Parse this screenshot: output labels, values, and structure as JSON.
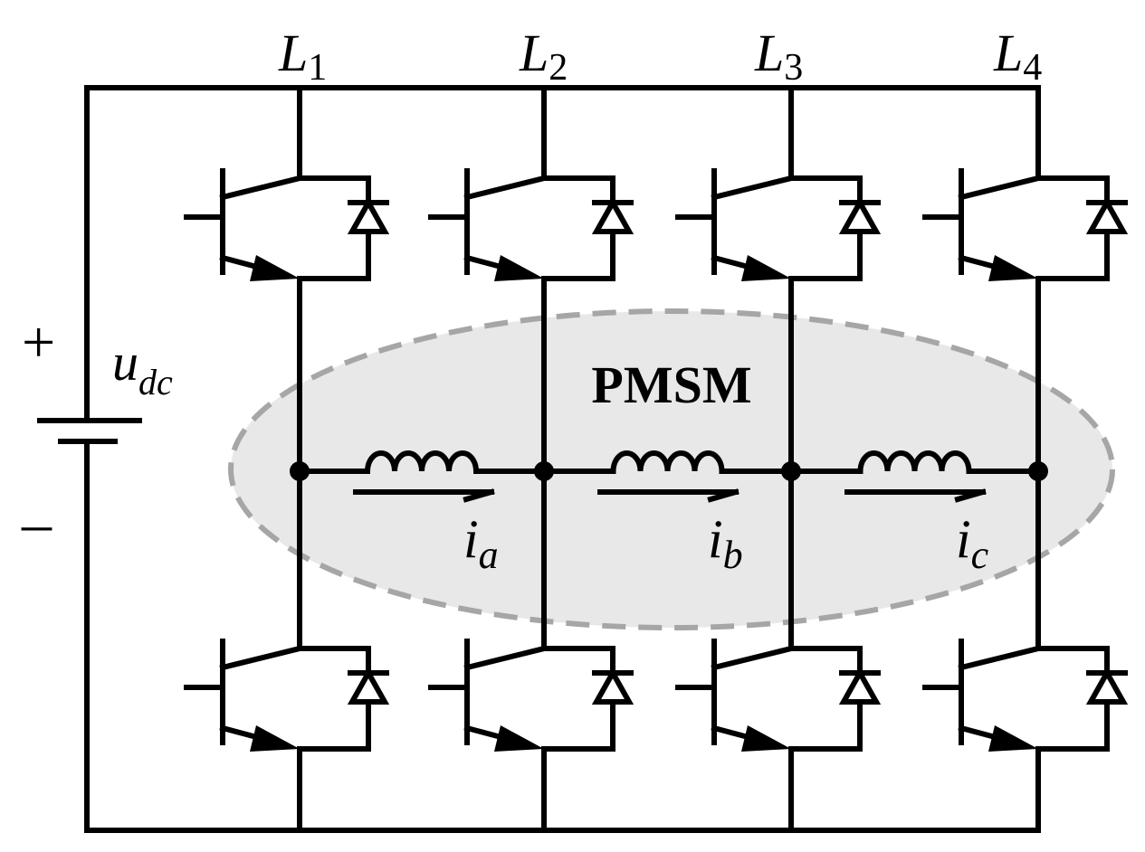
{
  "leg_labels": [
    {
      "letter": "L",
      "sub": "1"
    },
    {
      "letter": "L",
      "sub": "2"
    },
    {
      "letter": "L",
      "sub": "3"
    },
    {
      "letter": "L",
      "sub": "4"
    }
  ],
  "source": {
    "plus": "+",
    "minus": "–",
    "var": "u",
    "sub": "dc"
  },
  "motor": {
    "label": "PMSM"
  },
  "currents": [
    {
      "var": "i",
      "sub": "a"
    },
    {
      "var": "i",
      "sub": "b"
    },
    {
      "var": "i",
      "sub": "c"
    }
  ],
  "colors": {
    "line": "#000000",
    "motor_fill": "#e8e8e8",
    "motor_outline": "#a6a6a6"
  }
}
